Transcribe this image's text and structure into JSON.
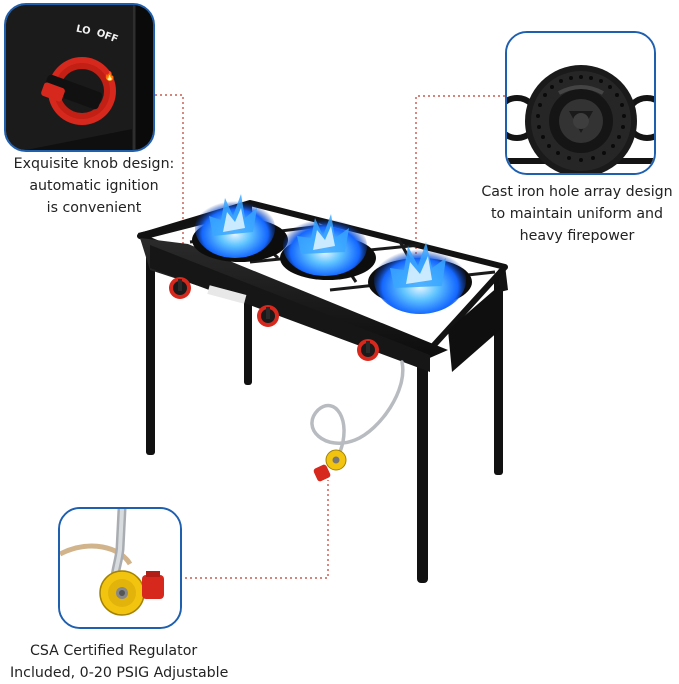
{
  "callouts": {
    "knob": {
      "knob_labels": {
        "lo": "LO",
        "off": "OFF"
      },
      "caption_lines": [
        "Exquisite knob design:",
        "automatic ignition",
        "is convenient"
      ]
    },
    "burner": {
      "caption_lines": [
        "Cast iron hole array design",
        "to maintain uniform and",
        "heavy firepower"
      ]
    },
    "regulator": {
      "caption_lines": [
        "CSA Certified Regulator",
        "Included, 0-20 PSIG Adjustable"
      ]
    }
  },
  "colors": {
    "callout_border": "#1e5fb0",
    "leader_line": "#c0392b",
    "flame": "#1e7bff",
    "knob_red": "#d6281c",
    "regulator_yellow": "#f2c40f"
  }
}
